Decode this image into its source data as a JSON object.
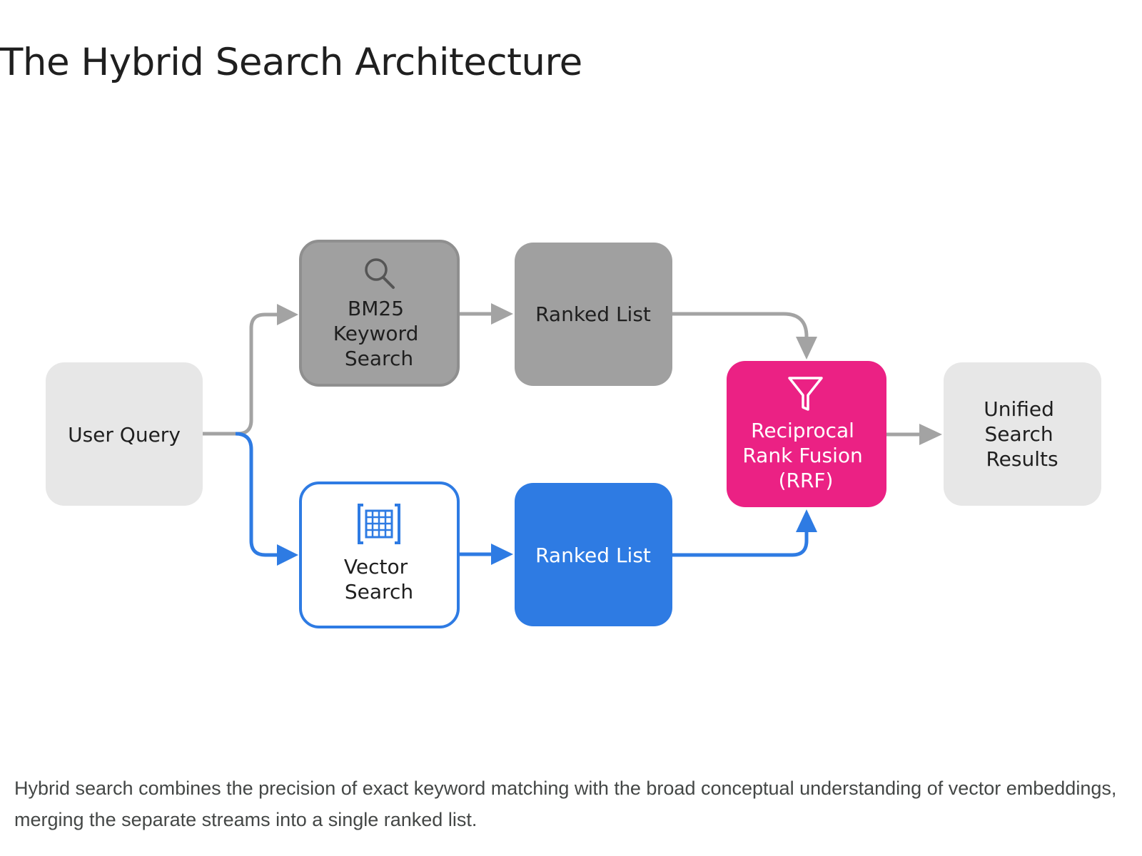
{
  "title": "The Hybrid Search Architecture",
  "caption": "Hybrid search combines the precision of exact keyword matching with the broad conceptual understanding of vector embeddings, merging the separate streams into a single ranked list.",
  "colors": {
    "light_gray": "#e7e7e7",
    "gray": "#a0a0a0",
    "gray_border": "#8f8f8f",
    "gray_line": "#a3a3a3",
    "blue": "#2e7be3",
    "pink": "#eb2184",
    "text_dark": "#1f1f1f",
    "white": "#ffffff"
  },
  "nodes": {
    "user_query": {
      "lines": [
        "User Query"
      ]
    },
    "bm25": {
      "lines": [
        "BM25",
        "Keyword",
        "Search"
      ],
      "icon": "search-icon"
    },
    "ranked_list_keyword": {
      "lines": [
        "Ranked List"
      ]
    },
    "vector_search": {
      "lines": [
        "Vector",
        "Search"
      ],
      "icon": "vector-grid-icon"
    },
    "ranked_list_vector": {
      "lines": [
        "Ranked List"
      ]
    },
    "rrf": {
      "lines": [
        "Reciprocal",
        "Rank Fusion",
        "(RRF)"
      ],
      "icon": "filter-funnel-icon"
    },
    "results": {
      "lines": [
        "Unified",
        "Search",
        "Results"
      ]
    }
  }
}
